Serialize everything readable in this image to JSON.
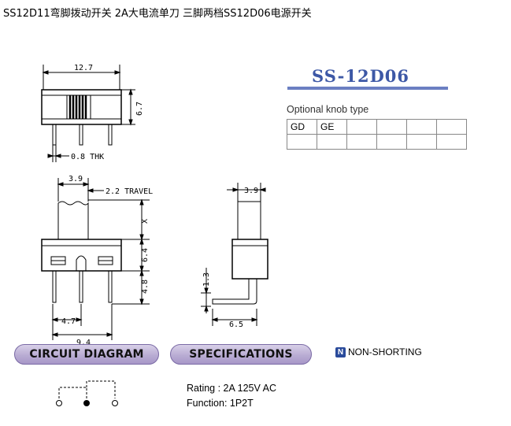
{
  "title": "SS12D11弯脚拨动开关 2A大电流单刀 三脚两档SS12D06电源开关",
  "model": "SS-12D06",
  "knob": {
    "label": "Optional knob type",
    "cells": [
      "GD",
      "GE",
      "",
      "",
      "",
      "",
      ""
    ]
  },
  "dims": {
    "width": "12.7",
    "height": "6.7",
    "thk": "0.8 THK",
    "knob_width": "3.9",
    "travel": "2.2 TRAVEL",
    "x": "X",
    "body_h": "6.4",
    "pin_h": "4.8",
    "pitch": "4.7",
    "span": "9.4",
    "side_width": "3.9",
    "bend_h": "1.3",
    "bend_len": "6.5"
  },
  "sections": {
    "circuit": "CIRCUIT DIAGRAM",
    "spec": "SPECIFICATIONS"
  },
  "non_shorting": {
    "icon": "N",
    "label": "NON-SHORTING"
  },
  "specs": {
    "rating": "Rating : 2A 125V AC",
    "function": "Function: 1P2T"
  },
  "colors": {
    "model_text": "#3d58a6",
    "pill": "#b9acd3",
    "ns_icon": "#2a4b9b"
  }
}
